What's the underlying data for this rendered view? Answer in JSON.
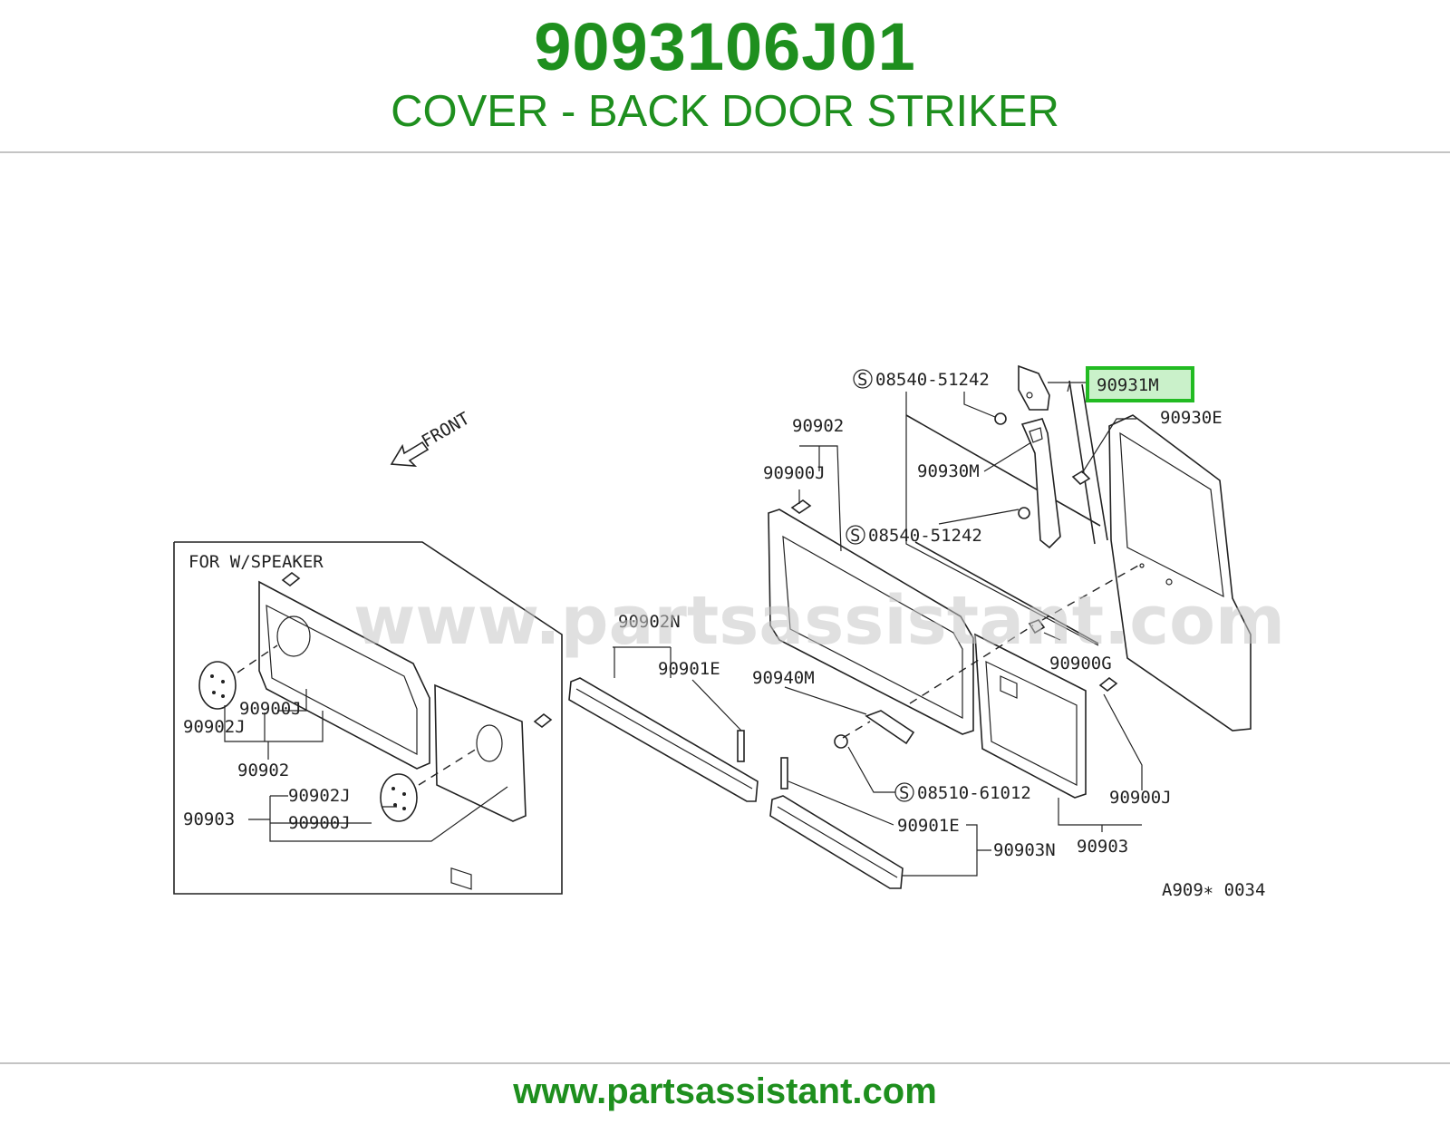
{
  "header": {
    "part_number": "9093106J01",
    "part_name": "COVER - BACK DOOR STRIKER"
  },
  "footer": {
    "link_text": "www.partsassistant.com"
  },
  "diagram": {
    "watermark": "www.partsassistant.com",
    "front_label": "FRONT",
    "inset_title": "FOR W/SPEAKER",
    "diagram_code": "A909∗ 0034",
    "screw_symbol": "S",
    "highlighted_callout": "90931M",
    "callouts": {
      "c_08540_51242_top": "08540-51242",
      "c_90931M": "90931M",
      "c_90930E": "90930E",
      "c_90902_main": "90902",
      "c_90900J_main": "90900J",
      "c_90930M": "90930M",
      "c_08540_51242_mid": "08540-51242",
      "c_90902N": "90902N",
      "c_90901E_top": "90901E",
      "c_90940M": "90940M",
      "c_90900G": "90900G",
      "c_08510_61012": "08510-61012",
      "c_90900J_right": "90900J",
      "c_90903_right": "90903",
      "c_90901E_bottom": "90901E",
      "c_90903N": "90903N",
      "inset_90900J_top": "90900J",
      "inset_90902J_left": "90902J",
      "inset_90902": "90902",
      "inset_90902J_bottom": "90902J",
      "inset_90903": "90903",
      "inset_90900J_bottom": "90900J"
    }
  },
  "colors": {
    "brand_green": "#1e8f1e",
    "highlight_green": "#22bb22",
    "divider_gray": "#c4c4c4"
  }
}
